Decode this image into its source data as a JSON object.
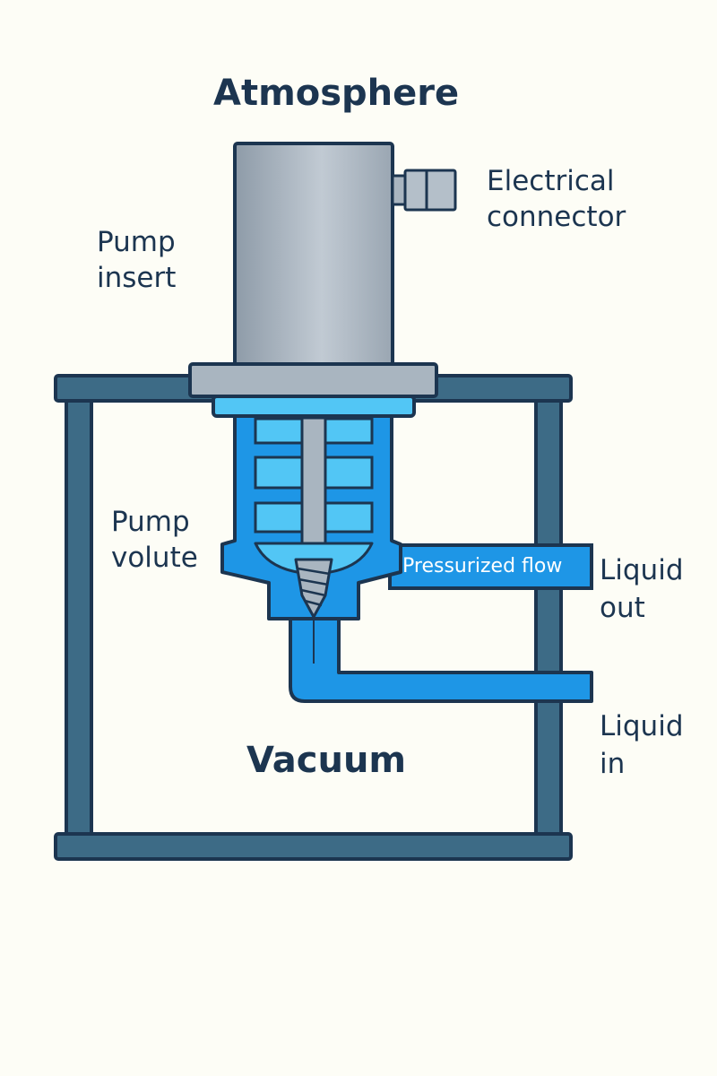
{
  "labels": {
    "atmosphere": "Atmosphere",
    "electrical_connector_line1": "Electrical",
    "electrical_connector_line2": "connector",
    "pump_insert_line1": "Pump",
    "pump_insert_line2": "insert",
    "pump_volute_line1": "Pump",
    "pump_volute_line2": "volute",
    "pressurized_flow": "Pressurized flow",
    "liquid_out_line1": "Liquid",
    "liquid_out_line2": "out",
    "liquid_in_line1": "Liquid",
    "liquid_in_line2": "in",
    "vacuum": "Vacuum"
  },
  "colors": {
    "background": "#fdfdf6",
    "outline": "#1c3550",
    "chamber_wall": "#3d6b86",
    "pump_gray": "#a9b5c0",
    "flow_blue": "#1e96e6",
    "impeller_blue": "#52c6f5",
    "text": "#1c3550"
  }
}
